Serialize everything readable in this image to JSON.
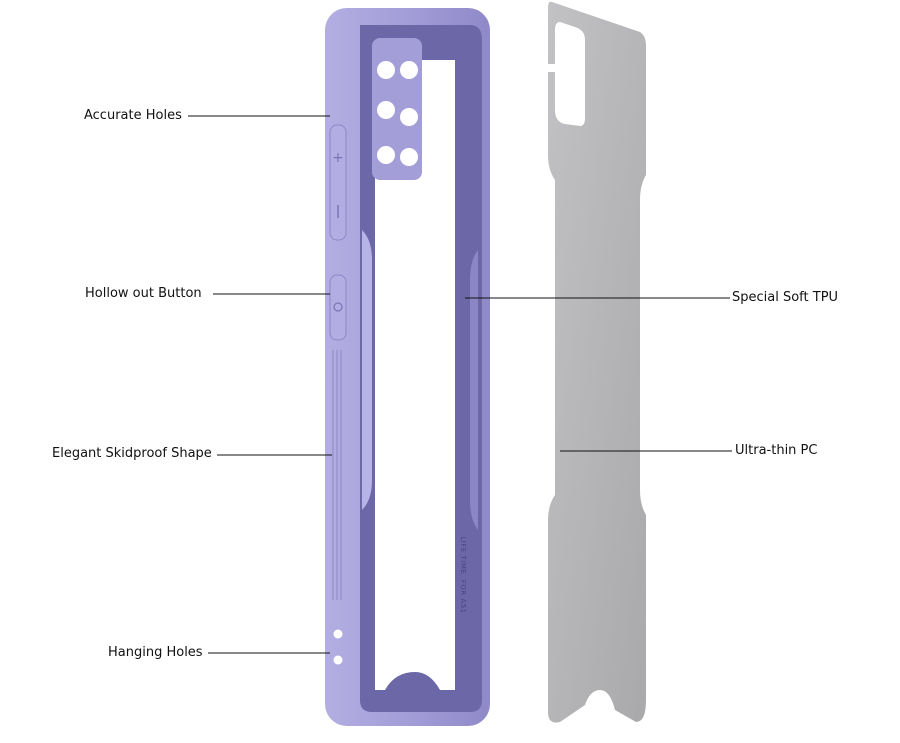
{
  "labels": {
    "accurate_holes": "Accurate Holes",
    "hollow_out_button": "Hollow out Button",
    "elegant_skidproof_shape": "Elegant Skidproof Shape",
    "hanging_holes": "Hanging Holes",
    "special_soft_tpu": "Special Soft TPU",
    "ultra_thin_pc": "Ultra-thin PC"
  },
  "case_imprint": "LIFE TIME  FOR A51",
  "colors": {
    "case": "#a39dd8",
    "case_dark": "#6c67a6",
    "pc_panel": "#b4b4b6"
  }
}
